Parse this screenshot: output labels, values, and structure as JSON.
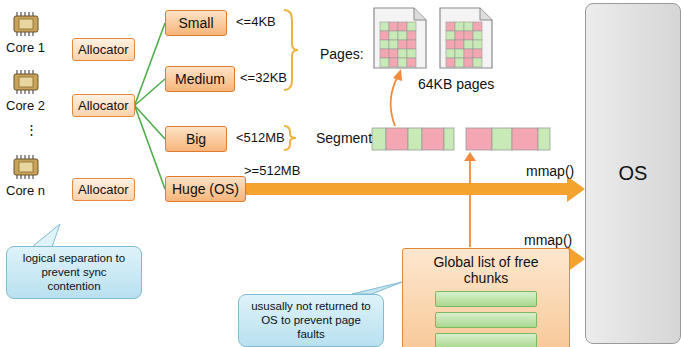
{
  "diagram": {
    "nodes": [
      {
        "text": [
          "Allocator"
        ]
      },
      {
        "text": [
          "Allocator"
        ]
      },
      {
        "text": [
          "Allocator"
        ]
      },
      {
        "text": [
          "Small"
        ]
      },
      {
        "text": [
          "Medium"
        ]
      },
      {
        "text": [
          "Big"
        ]
      },
      {
        "text": [
          "Huge (OS)"
        ]
      },
      {
        "text": [
          "OS"
        ]
      },
      {
        "text": [
          "Global list of free chunks"
        ]
      },
      {
        "text": [
          "logical separation to prevent sync contention"
        ]
      },
      {
        "text": [
          "ususally not returned to OS to prevent page faults"
        ]
      }
    ],
    "edges": [
      {
        "from": 1,
        "to": 3,
        "arrow": "none"
      },
      {
        "from": 1,
        "to": 4,
        "arrow": "none"
      },
      {
        "from": 1,
        "to": 5,
        "arrow": "none"
      },
      {
        "from": 1,
        "to": 6,
        "arrow": "none"
      },
      {
        "from": 6,
        "to": 7,
        "label": "mmap()",
        "arrow": "to"
      },
      {
        "from": 8,
        "to": 7,
        "label": "mmap()",
        "arrow": "to"
      }
    ],
    "labels": [
      "Core 1",
      "Core 2",
      "⋮",
      "Core n",
      "<=4KB",
      "<=32KB",
      "<512MB",
      ">=512MB",
      "Pages:",
      "64KB pages",
      "Segment"
    ]
  }
}
